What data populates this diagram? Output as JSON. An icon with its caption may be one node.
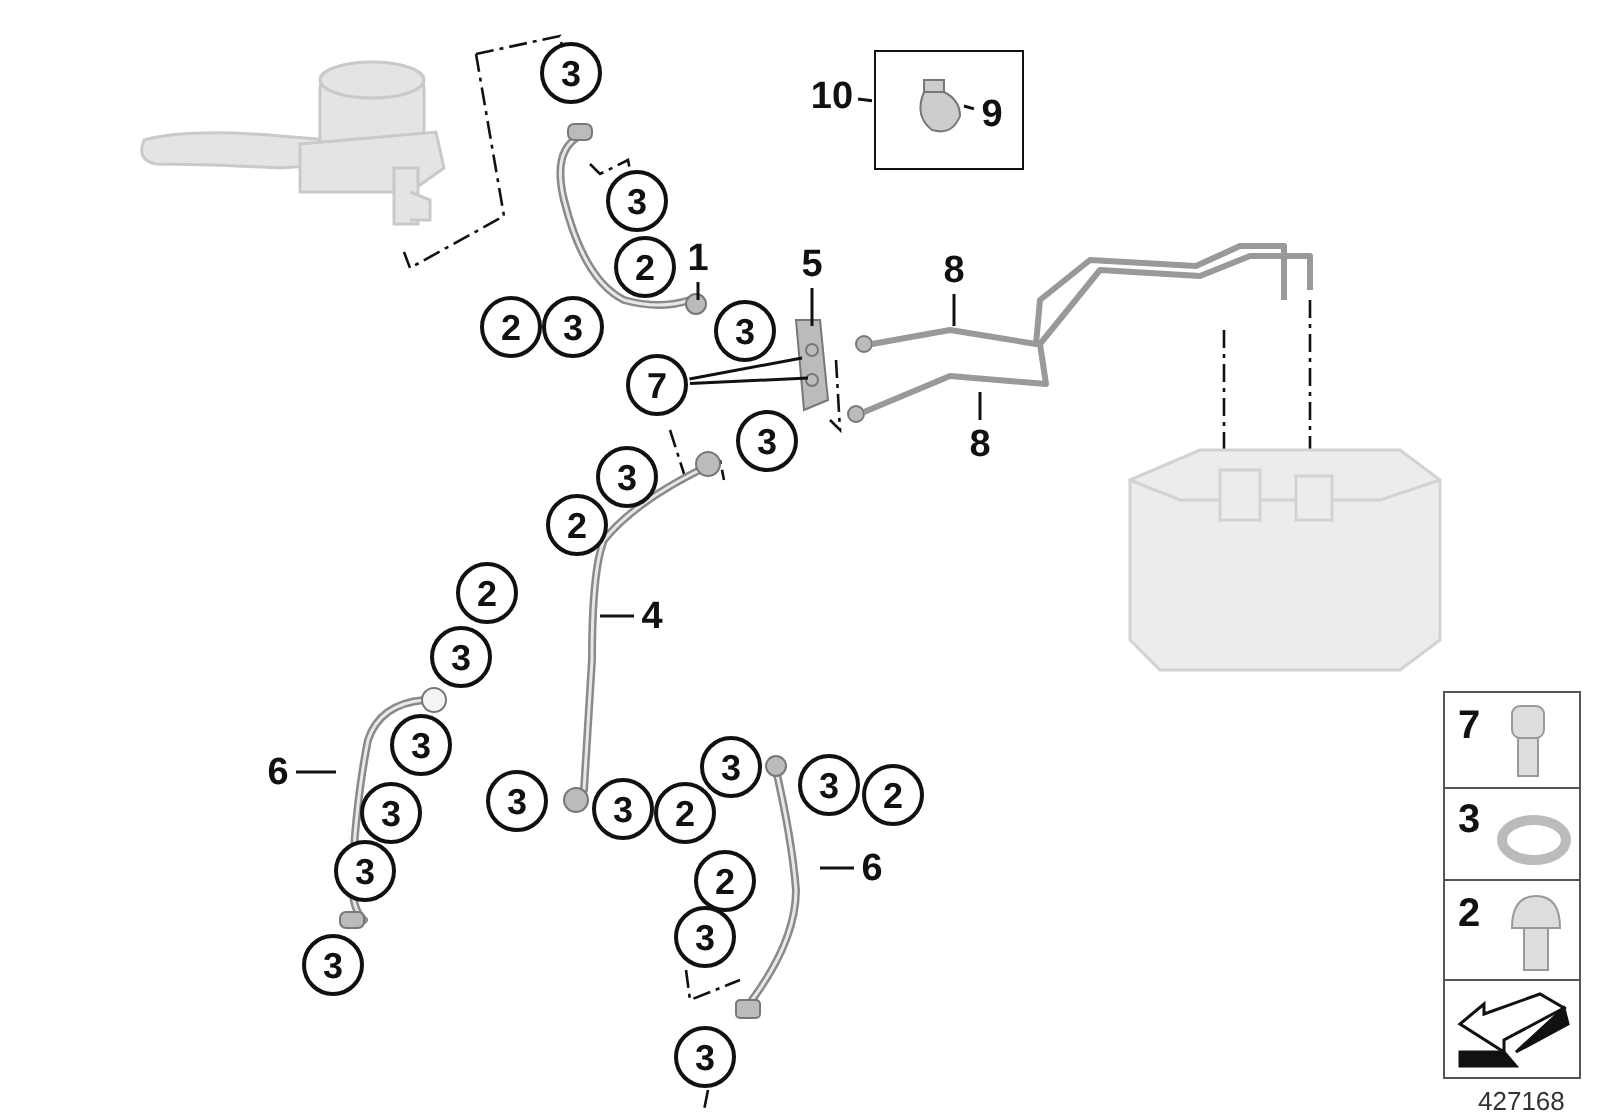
{
  "diagram": {
    "nodes": [
      {
        "text": [
          "10"
        ]
      },
      {
        "text": [],
        "shape": "box"
      },
      {
        "text": [
          "9"
        ],
        "in": 1
      },
      {
        "text": [
          "1"
        ]
      },
      {
        "text": [
          "5"
        ]
      },
      {
        "text": [
          "8"
        ]
      },
      {
        "text": [
          "8"
        ]
      },
      {
        "text": [
          "4"
        ]
      },
      {
        "text": [
          "6"
        ]
      },
      {
        "text": [
          "6"
        ]
      },
      {
        "text": [
          "7"
        ]
      },
      {
        "text": [
          "3"
        ]
      },
      {
        "text": [
          "3"
        ]
      },
      {
        "text": [
          "2"
        ]
      },
      {
        "text": [
          "2"
        ]
      },
      {
        "text": [
          "3"
        ]
      },
      {
        "text": [
          "3"
        ]
      },
      {
        "text": [
          "3"
        ]
      },
      {
        "text": [
          "3"
        ]
      },
      {
        "text": [
          "2"
        ]
      },
      {
        "text": [
          "2"
        ]
      },
      {
        "text": [
          "3"
        ]
      },
      {
        "text": [
          "3"
        ]
      },
      {
        "text": [
          "3"
        ]
      },
      {
        "text": [
          "3"
        ]
      },
      {
        "text": [
          "2"
        ]
      },
      {
        "text": [
          "3"
        ]
      },
      {
        "text": [
          "3"
        ]
      },
      {
        "text": [
          "2"
        ]
      },
      {
        "text": [
          "3"
        ]
      },
      {
        "text": [
          "3"
        ]
      },
      {
        "text": [
          "2"
        ]
      },
      {
        "text": [
          "3"
        ]
      },
      {
        "text": [
          "3"
        ]
      },
      {
        "text": [
          "3"
        ]
      }
    ],
    "edges": [
      {
        "from": 0,
        "to": 1,
        "arrow": "none"
      },
      {
        "from": 2,
        "to": null,
        "arrow": "none"
      },
      {
        "from": 3,
        "to": null,
        "arrow": "none"
      },
      {
        "from": 4,
        "to": null,
        "arrow": "none"
      },
      {
        "from": 5,
        "to": null,
        "arrow": "none"
      },
      {
        "from": 6,
        "to": null,
        "arrow": "none"
      },
      {
        "from": 7,
        "to": null,
        "arrow": "none"
      },
      {
        "from": 8,
        "to": null,
        "arrow": "none"
      },
      {
        "from": 9,
        "to": null,
        "arrow": "none"
      },
      {
        "from": 10,
        "to": null,
        "arrow": "none"
      },
      {
        "from": 10,
        "to": null,
        "arrow": "none"
      }
    ],
    "labels": [
      "7",
      "3",
      "2",
      "427168"
    ]
  }
}
